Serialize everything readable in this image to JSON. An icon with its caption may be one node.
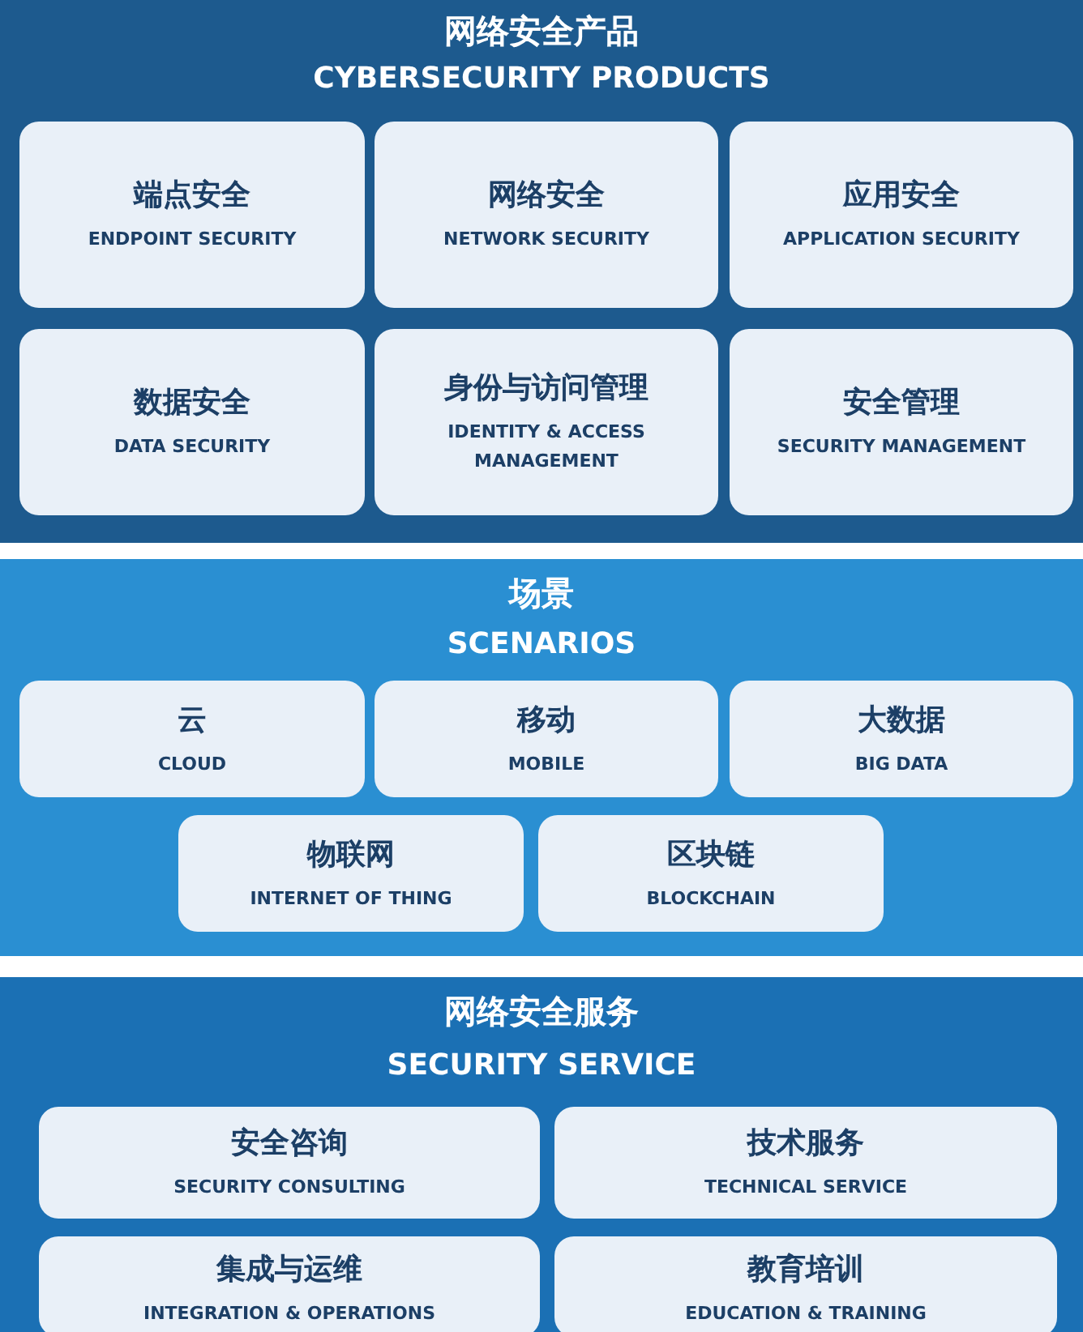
{
  "diagram": {
    "nodes": [
      {
        "text": [
          "网络安全产品",
          "CYBERSECURITY PRODUCTS"
        ]
      },
      {
        "text": [
          "端点安全",
          "ENDPOINT SECURITY"
        ],
        "in": 0
      },
      {
        "text": [
          "网络安全",
          "NETWORK SECURITY"
        ],
        "in": 0
      },
      {
        "text": [
          "应用安全",
          "APPLICATION SECURITY"
        ],
        "in": 0
      },
      {
        "text": [
          "数据安全",
          "DATA SECURITY"
        ],
        "in": 0
      },
      {
        "text": [
          "身份与访问管理",
          "IDENTITY & ACCESS MANAGEMENT"
        ],
        "in": 0
      },
      {
        "text": [
          "安全管理",
          "SECURITY MANAGEMENT"
        ],
        "in": 0
      },
      {
        "text": [
          "场景",
          "SCENARIOS"
        ]
      },
      {
        "text": [
          "云",
          "CLOUD"
        ],
        "in": 7
      },
      {
        "text": [
          "移动",
          "MOBILE"
        ],
        "in": 7
      },
      {
        "text": [
          "大数据",
          "BIG DATA"
        ],
        "in": 7
      },
      {
        "text": [
          "物联网",
          "INTERNET OF THING"
        ],
        "in": 7
      },
      {
        "text": [
          "区块链",
          "BLOCKCHAIN"
        ],
        "in": 7
      },
      {
        "text": [
          "网络安全服务",
          "SECURITY SERVICE"
        ]
      },
      {
        "text": [
          "安全咨询",
          "SECURITY CONSULTING"
        ],
        "in": 13
      },
      {
        "text": [
          "技术服务",
          "TECHNICAL SERVICE"
        ],
        "in": 13
      },
      {
        "text": [
          "集成与运维",
          "INTEGRATION & OPERATIONS"
        ],
        "in": 13
      },
      {
        "text": [
          "教育培训",
          "EDUCATION & TRAINING"
        ],
        "in": 13
      }
    ]
  }
}
